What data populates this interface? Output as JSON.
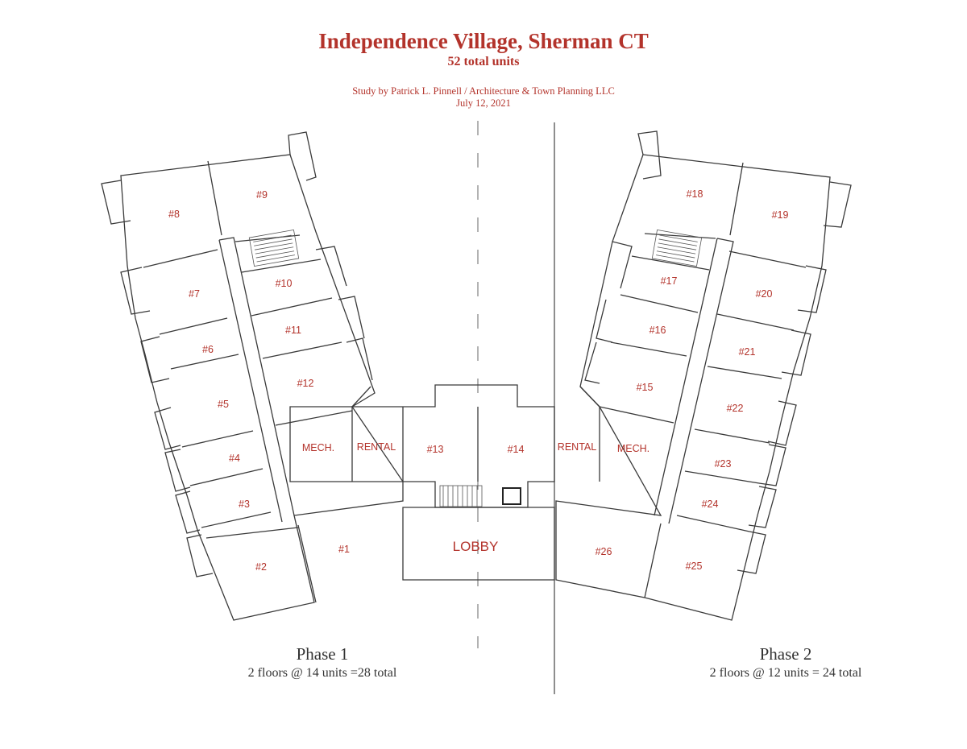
{
  "header": {
    "title": "Independence Village, Sherman CT",
    "subtitle": "52 total units",
    "credit": "Study by Patrick L. Pinnell / Architecture & Town Planning LLC",
    "date": "July 12, 2021"
  },
  "phases": [
    {
      "name": "Phase 1",
      "detail": "2 floors @ 14 units =28 total"
    },
    {
      "name": "Phase 2",
      "detail": "2 floors @ 12 units = 24 total"
    }
  ],
  "units": {
    "u1": "#1",
    "u2": "#2",
    "u3": "#3",
    "u4": "#4",
    "u5": "#5",
    "u6": "#6",
    "u7": "#7",
    "u8": "#8",
    "u9": "#9",
    "u10": "#10",
    "u11": "#11",
    "u12": "#12",
    "u13": "#13",
    "u14": "#14",
    "u15": "#15",
    "u16": "#16",
    "u17": "#17",
    "u18": "#18",
    "u19": "#19",
    "u20": "#20",
    "u21": "#21",
    "u22": "#22",
    "u23": "#23",
    "u24": "#24",
    "u25": "#25",
    "u26": "#26"
  },
  "rooms": {
    "mech_left": "MECH.",
    "rental_left": "RENTAL",
    "rental_right": "RENTAL",
    "mech_right": "MECH.",
    "lobby": "LOBBY"
  },
  "colors": {
    "label": "#b3332b",
    "line": "#3a3a3a"
  }
}
